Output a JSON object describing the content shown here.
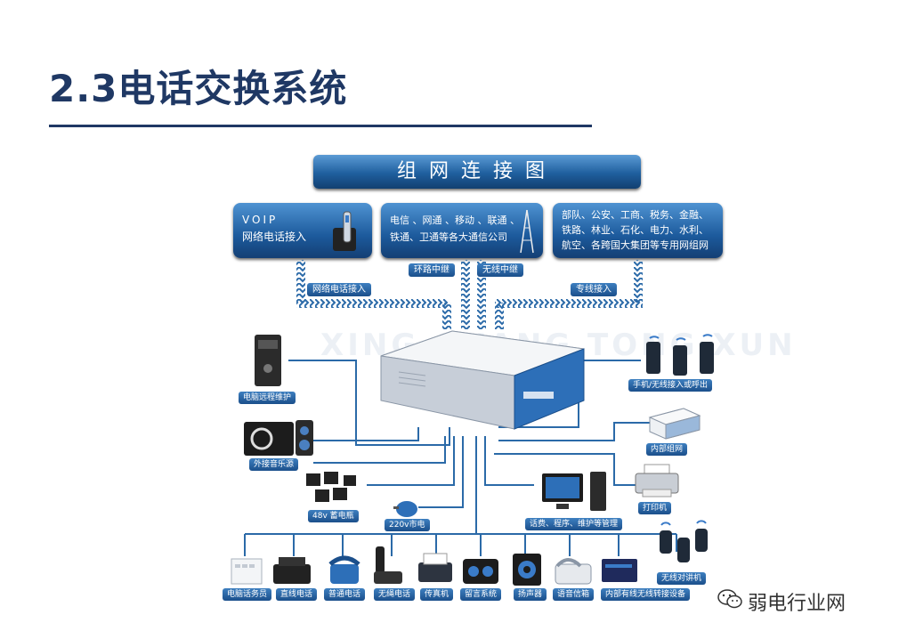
{
  "slide": {
    "title": "2.3电话交换系统"
  },
  "diagram": {
    "banner": "组网连接图",
    "panels": [
      {
        "lines": [
          "VOIP",
          "网络电话接入"
        ]
      },
      {
        "lines": [
          "电信 、网通 、移动 、联通 、",
          "铁通、卫通等各大通信公司"
        ]
      },
      {
        "lines": [
          "部队、公安、工商、税务、金融、",
          "铁路、林业、石化、电力、水利、",
          "航空、各跨国大集团等专用网组网"
        ]
      }
    ],
    "links": {
      "voip": "网络电话接入",
      "loop": "环路中继",
      "wireless": "无线中继",
      "dedicated": "专线接入"
    },
    "devices": {
      "remote": "电脑远程维护",
      "music": "外接音乐源",
      "battery": "48v 蓄电瓶",
      "power": "220v市电",
      "mobile": "手机/无线接入或呼出",
      "lan": "内部组网",
      "printer": "打印机",
      "billing": "话费、程序、维护等管理",
      "walkie": "无线对讲机",
      "operator": "电脑话务员",
      "direct": "直线电话",
      "normal": "普通电话",
      "cordless": "无绳电话",
      "fax": "传真机",
      "voicemail": "留言系统",
      "speaker": "扬声器",
      "voicebox": "语音信箱",
      "transfer": "内部有线无线转接设备"
    },
    "watermark": "XING GUANG TONG XUN"
  },
  "footer": {
    "brand": "弱电行业网"
  },
  "colors": {
    "title": "#1f3864",
    "accent": "#1f5f9e",
    "line": "#2b6aa8"
  }
}
